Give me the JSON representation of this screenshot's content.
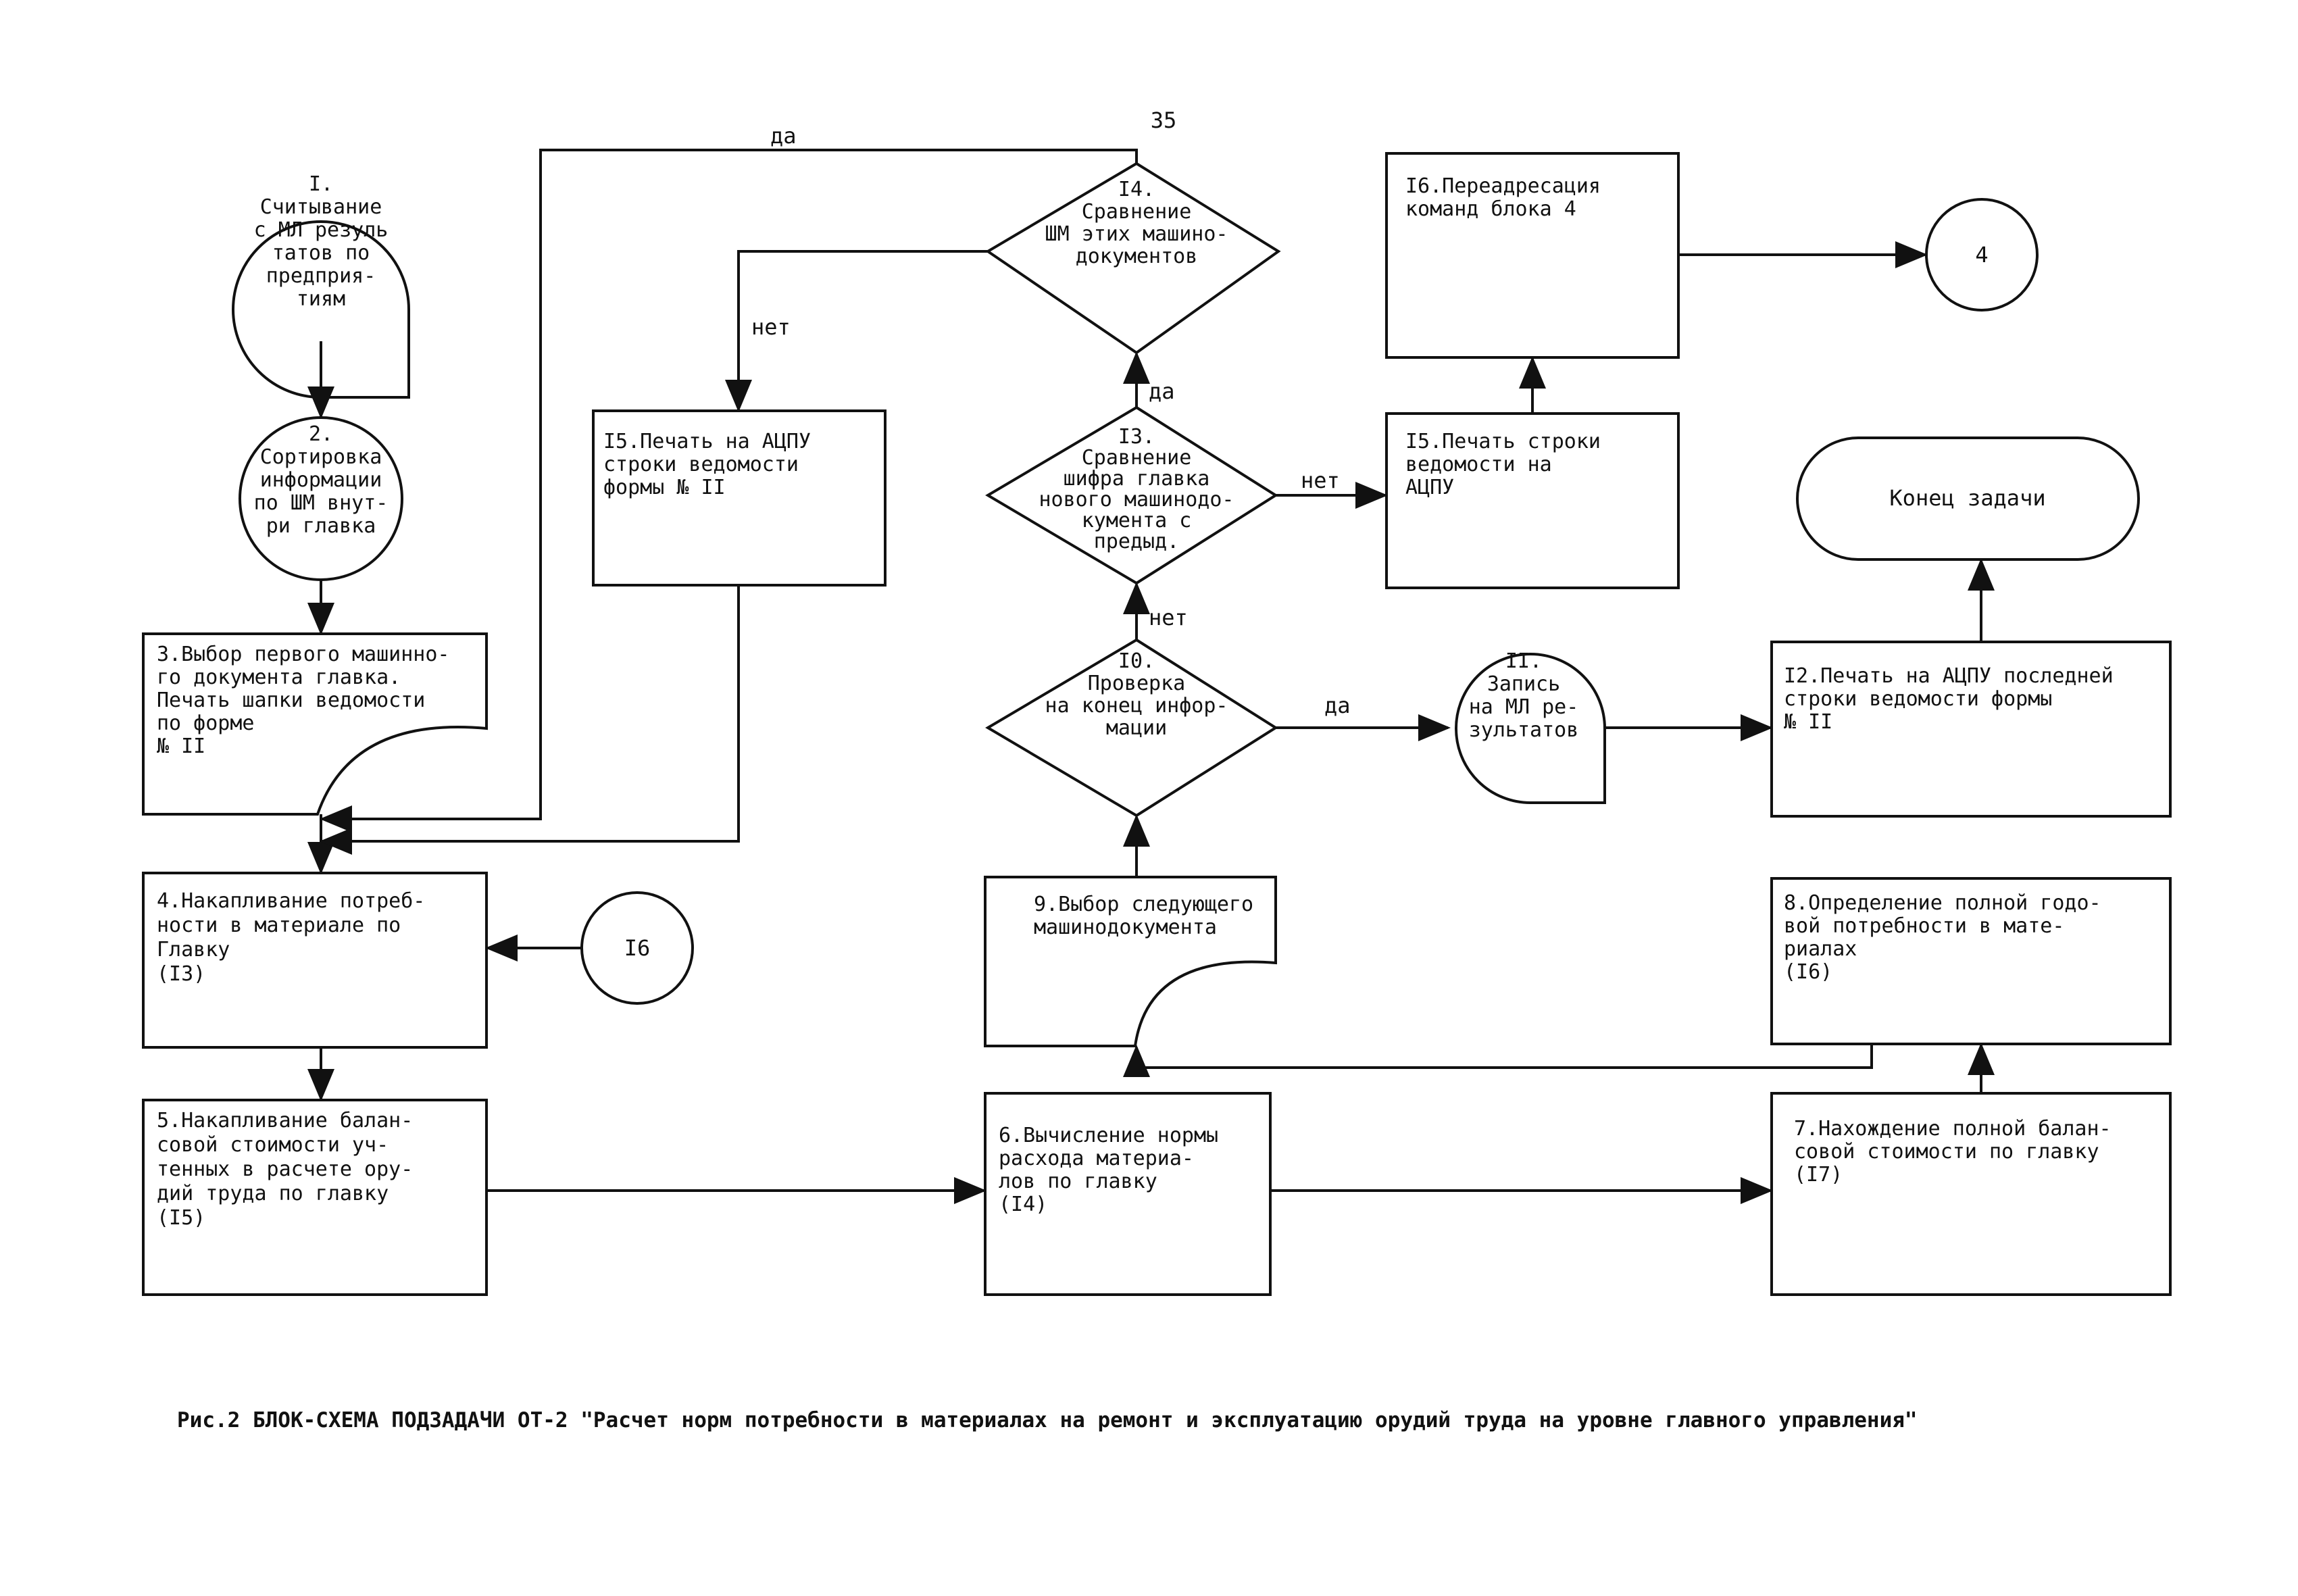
{
  "page_number": "35",
  "nodes": {
    "n1": [
      "I.",
      "Считывание",
      "с МЛ резуль",
      "татов по",
      "предприя-",
      "тиям"
    ],
    "n2": [
      "2.",
      "Сортировка",
      "информации",
      "по ШМ внут-",
      "ри главка"
    ],
    "n3": [
      "3.Выбор первого машинно-",
      "го документа главка.",
      "Печать шапки ведомости",
      "по форме",
      "№ II"
    ],
    "n4": [
      "4.Накапливание потреб-",
      "ности в материале по",
      "Главку",
      "(I3)"
    ],
    "n5": [
      "5.Накапливание балан-",
      "совой стоимости уч-",
      "тенных в расчете ору-",
      "дий труда по главку",
      "(I5)"
    ],
    "n6": [
      "6.Вычисление нормы",
      "расхода материа-",
      "лов по главку",
      "(I4)"
    ],
    "n7": [
      "7.Нахождение полной балан-",
      "совой стоимости по главку",
      "(I7)"
    ],
    "n8": [
      "8.Определение полной годо-",
      "вой потребности в мате-",
      "риалах",
      "(I6)"
    ],
    "n9": [
      "9.Выбор следующего",
      "машинодокумента"
    ],
    "n10": [
      "I0.",
      "Проверка",
      "на конец инфор-",
      "мации"
    ],
    "n11": [
      "II.",
      "Запись",
      "на МЛ ре-",
      "зультатов"
    ],
    "n12": [
      "I2.Печать на АЦПУ последней",
      "строки ведомости формы",
      "№ II"
    ],
    "n13": [
      "I3.",
      "Сравнение",
      "шифра главка",
      "нового машинодо-",
      "кумента с",
      "предыд."
    ],
    "n14": [
      "I4.",
      "Сравнение",
      "ШМ этих машино-",
      "документов"
    ],
    "n15a": [
      "I5.Печать на АЦПУ",
      "строки ведомости",
      "формы № II"
    ],
    "n15b": [
      "I5.Печать строки",
      "ведомости на",
      "АЦПУ"
    ],
    "n16": [
      "I6.Переадресация",
      "команд блока 4"
    ],
    "c4": "4",
    "c16": "I6",
    "end": "Конец задачи"
  },
  "edge_labels": {
    "da": "да",
    "net": "нет"
  },
  "caption": "Рис.2 БЛОК-СХЕМА ПОДЗАДАЧИ ОТ-2 \"Расчет норм потребности в материалах на ремонт и эксплуатацию орудий труда на уровне главного управления\""
}
